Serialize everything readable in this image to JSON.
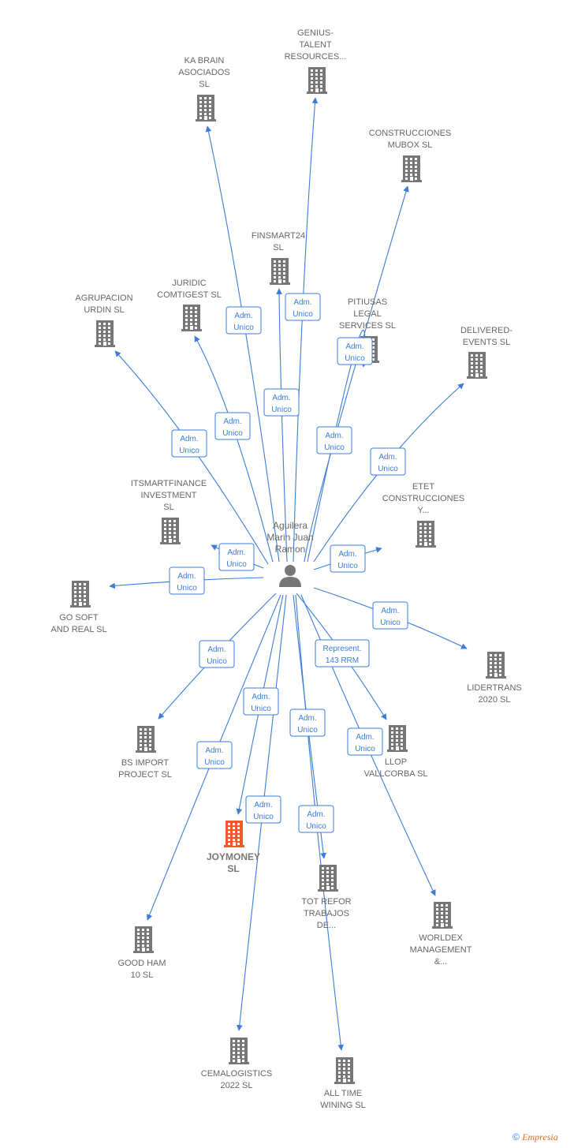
{
  "center": {
    "label": [
      "Aguilera",
      "Marin Juan",
      "Ramon"
    ]
  },
  "colors": {
    "edge": "#3b7dd8",
    "building": "#777777",
    "highlight": "#f05a28"
  },
  "nodes": [
    {
      "id": "genius",
      "label": [
        "GENIUS-",
        "TALENT",
        "RESOURCES..."
      ]
    },
    {
      "id": "kabrain",
      "label": [
        "KA BRAIN",
        "ASOCIADOS",
        "SL"
      ]
    },
    {
      "id": "construcciones",
      "label": [
        "CONSTRUCCIONES",
        "MUBOX SL"
      ]
    },
    {
      "id": "finsmart",
      "label": [
        "FINSMART24",
        "SL"
      ]
    },
    {
      "id": "juridic",
      "label": [
        "JURIDIC",
        "COMTIGEST SL"
      ]
    },
    {
      "id": "agrupacion",
      "label": [
        "AGRUPACION",
        "URDIN SL"
      ]
    },
    {
      "id": "pitiusas",
      "label": [
        "PITIUSAS",
        "LEGAL",
        "SERVICES  SL"
      ]
    },
    {
      "id": "delivered",
      "label": [
        "DELIVERED-",
        "EVENTS  SL"
      ]
    },
    {
      "id": "itsmart",
      "label": [
        "ITSMARTFINANCE",
        "INVESTMENT",
        "SL"
      ]
    },
    {
      "id": "etet",
      "label": [
        "ETET",
        "CONSTRUCCIONES",
        "Y..."
      ]
    },
    {
      "id": "gosoft",
      "label": [
        "GO SOFT",
        "AND REAL  SL"
      ]
    },
    {
      "id": "lidertrans",
      "label": [
        "LIDERTRANS",
        "2020  SL"
      ]
    },
    {
      "id": "bsimport",
      "label": [
        "BS IMPORT",
        "PROJECT SL"
      ]
    },
    {
      "id": "llop",
      "label": [
        "LLOP",
        "VALLCORBA SL"
      ]
    },
    {
      "id": "joymoney",
      "label": [
        "JOYMONEY",
        "SL"
      ],
      "highlight": true
    },
    {
      "id": "totrefor",
      "label": [
        "TOT REFOR",
        "TRABAJOS",
        "DE..."
      ]
    },
    {
      "id": "worldex",
      "label": [
        "WORLDEX",
        "MANAGEMENT",
        "&..."
      ]
    },
    {
      "id": "goodham",
      "label": [
        "GOOD HAM",
        "10  SL"
      ]
    },
    {
      "id": "cemalogistics",
      "label": [
        "CEMALOGISTICS",
        "2022  SL"
      ]
    },
    {
      "id": "alltime",
      "label": [
        "ALL TIME",
        "WINING  SL"
      ]
    }
  ],
  "edges": [
    {
      "to": "genius",
      "role": [
        "Adm.",
        "Unico"
      ]
    },
    {
      "to": "kabrain",
      "role": [
        "Adm.",
        "Unico"
      ]
    },
    {
      "to": "construcciones",
      "role": [
        "Adm.",
        "Unico"
      ]
    },
    {
      "to": "finsmart",
      "role": [
        "Adm.",
        "Unico"
      ]
    },
    {
      "to": "juridic",
      "role": [
        "Adm.",
        "Unico"
      ]
    },
    {
      "to": "agrupacion",
      "role": [
        "Adm.",
        "Unico"
      ]
    },
    {
      "to": "pitiusas",
      "role": [
        "Adm.",
        "Unico"
      ]
    },
    {
      "to": "delivered",
      "role": [
        "Adm.",
        "Unico"
      ]
    },
    {
      "to": "itsmart",
      "role": [
        "Adm.",
        "Unico"
      ]
    },
    {
      "to": "etet",
      "role": [
        "Adm.",
        "Unico"
      ]
    },
    {
      "to": "gosoft",
      "role": [
        "Adm.",
        "Unico"
      ]
    },
    {
      "to": "lidertrans",
      "role": [
        "Adm.",
        "Unico"
      ]
    },
    {
      "to": "bsimport",
      "role": [
        "Adm.",
        "Unico"
      ]
    },
    {
      "to": "llop",
      "role": [
        "Represent.",
        "143 RRM"
      ]
    },
    {
      "to": "joymoney",
      "role": [
        "Adm.",
        "Unico"
      ]
    },
    {
      "to": "totrefor",
      "role": [
        "Adm.",
        "Unico"
      ]
    },
    {
      "to": "worldex",
      "role": [
        "Adm.",
        "Unico"
      ]
    },
    {
      "to": "goodham",
      "role": [
        "Adm.",
        "Unico"
      ]
    },
    {
      "to": "cemalogistics",
      "role": [
        "Adm.",
        "Unico"
      ]
    },
    {
      "to": "alltime",
      "role": [
        "Adm.",
        "Unico"
      ]
    }
  ],
  "footer": {
    "copyright": "©",
    "brand": "Empresia"
  }
}
